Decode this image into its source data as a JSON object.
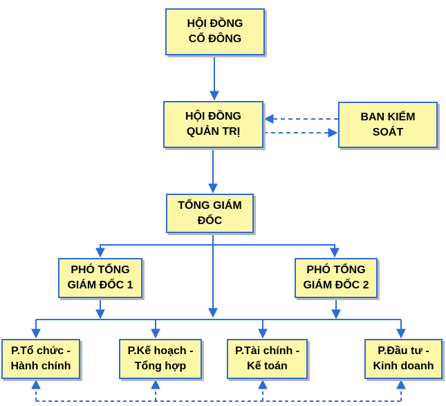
{
  "colors": {
    "box_fill": "#fdf8a8",
    "box_border": "#2e6bd6",
    "connector": "#2e6bd6",
    "shadow": "#b9b9b9"
  },
  "nodes": {
    "shareholders": "HỘI ĐỒNG\nCỔ ĐÔNG",
    "board": "HỘI ĐỒNG\nQUẢN TRỊ",
    "supervisory": "BAN KIỂM\nSOÁT",
    "ceo": "TỔNG GIÁM\nĐỐC",
    "vp1": "PHÓ TỔNG\nGIÁM ĐỐC 1",
    "vp2": "PHÓ TỔNG\nGIÁM ĐỐC 2",
    "dept_admin": "P.Tổ chức -\nHành chính",
    "dept_plan": "P.Kế hoạch -\nTổng hợp",
    "dept_finance": "P.Tài chính -\nKế toán",
    "dept_invest": "P.Đầu tư -\nKinh doanh"
  },
  "edges": [
    {
      "from": "shareholders",
      "to": "board",
      "style": "solid"
    },
    {
      "from": "board",
      "to": "ceo",
      "style": "solid"
    },
    {
      "from": "supervisory",
      "to": "board",
      "style": "dashed"
    },
    {
      "from": "board",
      "to": "supervisory",
      "style": "dashed"
    },
    {
      "from": "ceo",
      "to": "vp1",
      "style": "solid"
    },
    {
      "from": "ceo",
      "to": "vp2",
      "style": "solid"
    },
    {
      "from": "ceo",
      "to": "dept_admin",
      "style": "solid"
    },
    {
      "from": "ceo",
      "to": "dept_plan",
      "style": "solid"
    },
    {
      "from": "ceo",
      "to": "dept_finance",
      "style": "solid"
    },
    {
      "from": "ceo",
      "to": "dept_invest",
      "style": "solid"
    },
    {
      "from": "dept_admin",
      "to": "dept_plan",
      "style": "dashed"
    },
    {
      "from": "dept_plan",
      "to": "dept_finance",
      "style": "dashed"
    },
    {
      "from": "dept_finance",
      "to": "dept_invest",
      "style": "dashed"
    }
  ]
}
